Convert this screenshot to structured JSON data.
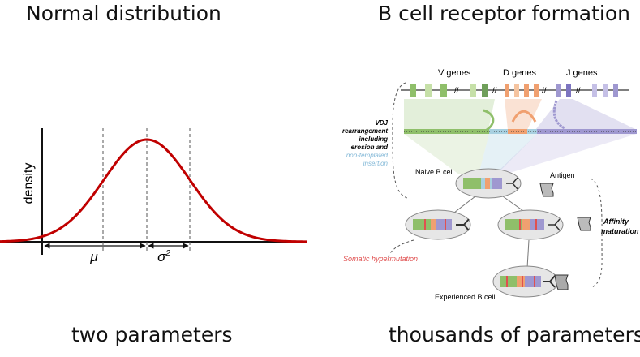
{
  "left": {
    "title": "Normal distribution",
    "caption": "two parameters",
    "ylabel": "density",
    "mu": "μ",
    "sigma": "σ",
    "sigma_exp": "2",
    "curve_color": "#c00000"
  },
  "right": {
    "title": "B cell receptor formation",
    "caption": "thousands of parameters",
    "gene_labels": {
      "v": "V genes",
      "d": "D genes",
      "j": "J genes"
    },
    "vdj_lines": [
      "VDJ",
      "rearrangement",
      "including",
      "erosion and"
    ],
    "nontemplated_lines": [
      "non-templated",
      "insertion"
    ],
    "naive": "Naive B cell",
    "antigen": "Antigen",
    "affinity_lines": [
      "Affinity",
      "maturation"
    ],
    "somatic": "Somatic hypermutation",
    "experienced": "Experienced B cell",
    "colors": {
      "v": "#8fbf6a",
      "d": "#f0a070",
      "j": "#9f98d0",
      "insertion": "#a8d0e0",
      "somatic": "#e05050"
    }
  }
}
